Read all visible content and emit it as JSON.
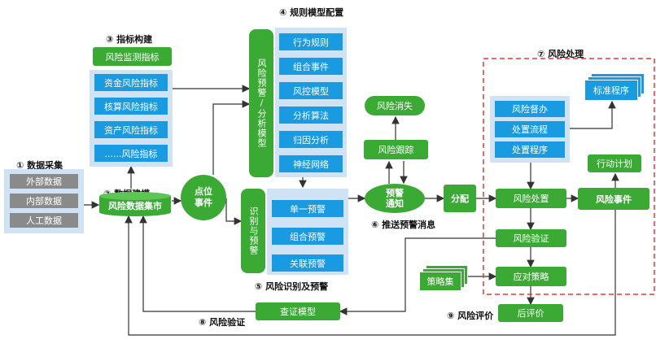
{
  "sections": {
    "data_collection": "① 数据采集",
    "data_modeling": "② 数据建模",
    "indicator_build": "③ 指标构建",
    "rule_model_config": "④ 规则模型配置",
    "risk_identification": "⑤ 风险识别及预警",
    "push_warning": "⑥ 推送预警消息",
    "risk_handling": "⑦ 风险处理",
    "risk_verification": "⑧ 风险验证",
    "risk_evaluation": "⑨ 风险评价"
  },
  "data_sources": [
    "外部数据",
    "内部数据",
    "人工数据"
  ],
  "risk_data_mart": "风险数据集市",
  "indicators": {
    "header": "风险监测指标",
    "items": [
      "资金风险指标",
      "核算风险指标",
      "资产风险指标",
      "......风险指标"
    ]
  },
  "point_event": [
    "点位",
    "事件"
  ],
  "model_title": "风险预警/分析模型",
  "models": [
    "行为规则",
    "组合事件",
    "风控模型",
    "分析算法",
    "归因分析",
    "神经网络"
  ],
  "identify_title": "识别与预警",
  "warnings": [
    "单一预警",
    "组合预警",
    "关联预警"
  ],
  "warning_notice": [
    "预警",
    "通知"
  ],
  "risk_elimination": "风险消失",
  "risk_tracking": "风险跟踪",
  "distribute": "分配",
  "handling_items": [
    "风险督办",
    "处置流程",
    "处置程序"
  ],
  "standard_program": "标准程序",
  "risk_disposal": "风险处置",
  "risk_event": "风险事件",
  "action_plan": "行动计划",
  "risk_verify_box": "风险验证",
  "strategy_set": "策略集",
  "response_strategy": "应对策略",
  "post_evaluation": "后评价",
  "verify_model": "查证模型",
  "colors": {
    "green": "#3aaa35",
    "blue": "#1a9ae0",
    "panel": "#cfe3f5",
    "gray": "#8a8a8a",
    "dash": "#e53935"
  }
}
